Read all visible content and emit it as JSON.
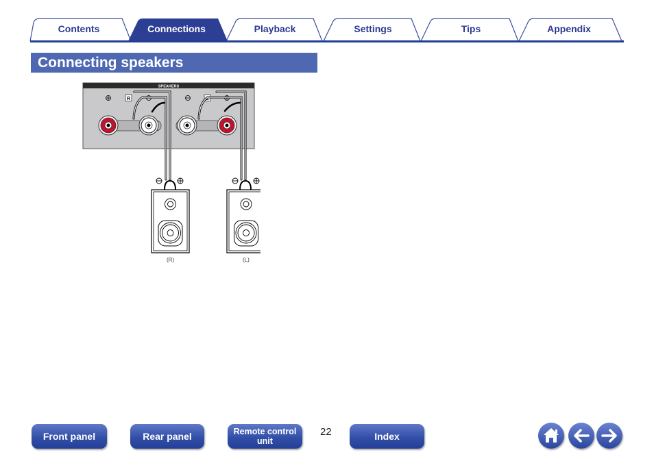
{
  "tabs": [
    {
      "label": "Contents",
      "active": false
    },
    {
      "label": "Connections",
      "active": true
    },
    {
      "label": "Playback",
      "active": false
    },
    {
      "label": "Settings",
      "active": false
    },
    {
      "label": "Tips",
      "active": false
    },
    {
      "label": "Appendix",
      "active": false
    }
  ],
  "section": {
    "title": "Connecting speakers"
  },
  "diagram": {
    "panel_label": "SPEAKERS",
    "channel_r": "R",
    "channel_l": "L",
    "speaker_r_caption": "(R)",
    "speaker_l_caption": "(L)"
  },
  "bottom_nav": {
    "front_panel": "Front panel",
    "rear_panel": "Rear panel",
    "remote_line1": "Remote control",
    "remote_line2": "unit",
    "page_number": "22",
    "index": "Index"
  },
  "icons": {
    "home": "home-icon",
    "back": "arrow-left-icon",
    "forward": "arrow-right-icon"
  },
  "colors": {
    "accent": "#2b3990",
    "section_bg": "#4e68b2",
    "terminal_red": "#c8102e"
  }
}
